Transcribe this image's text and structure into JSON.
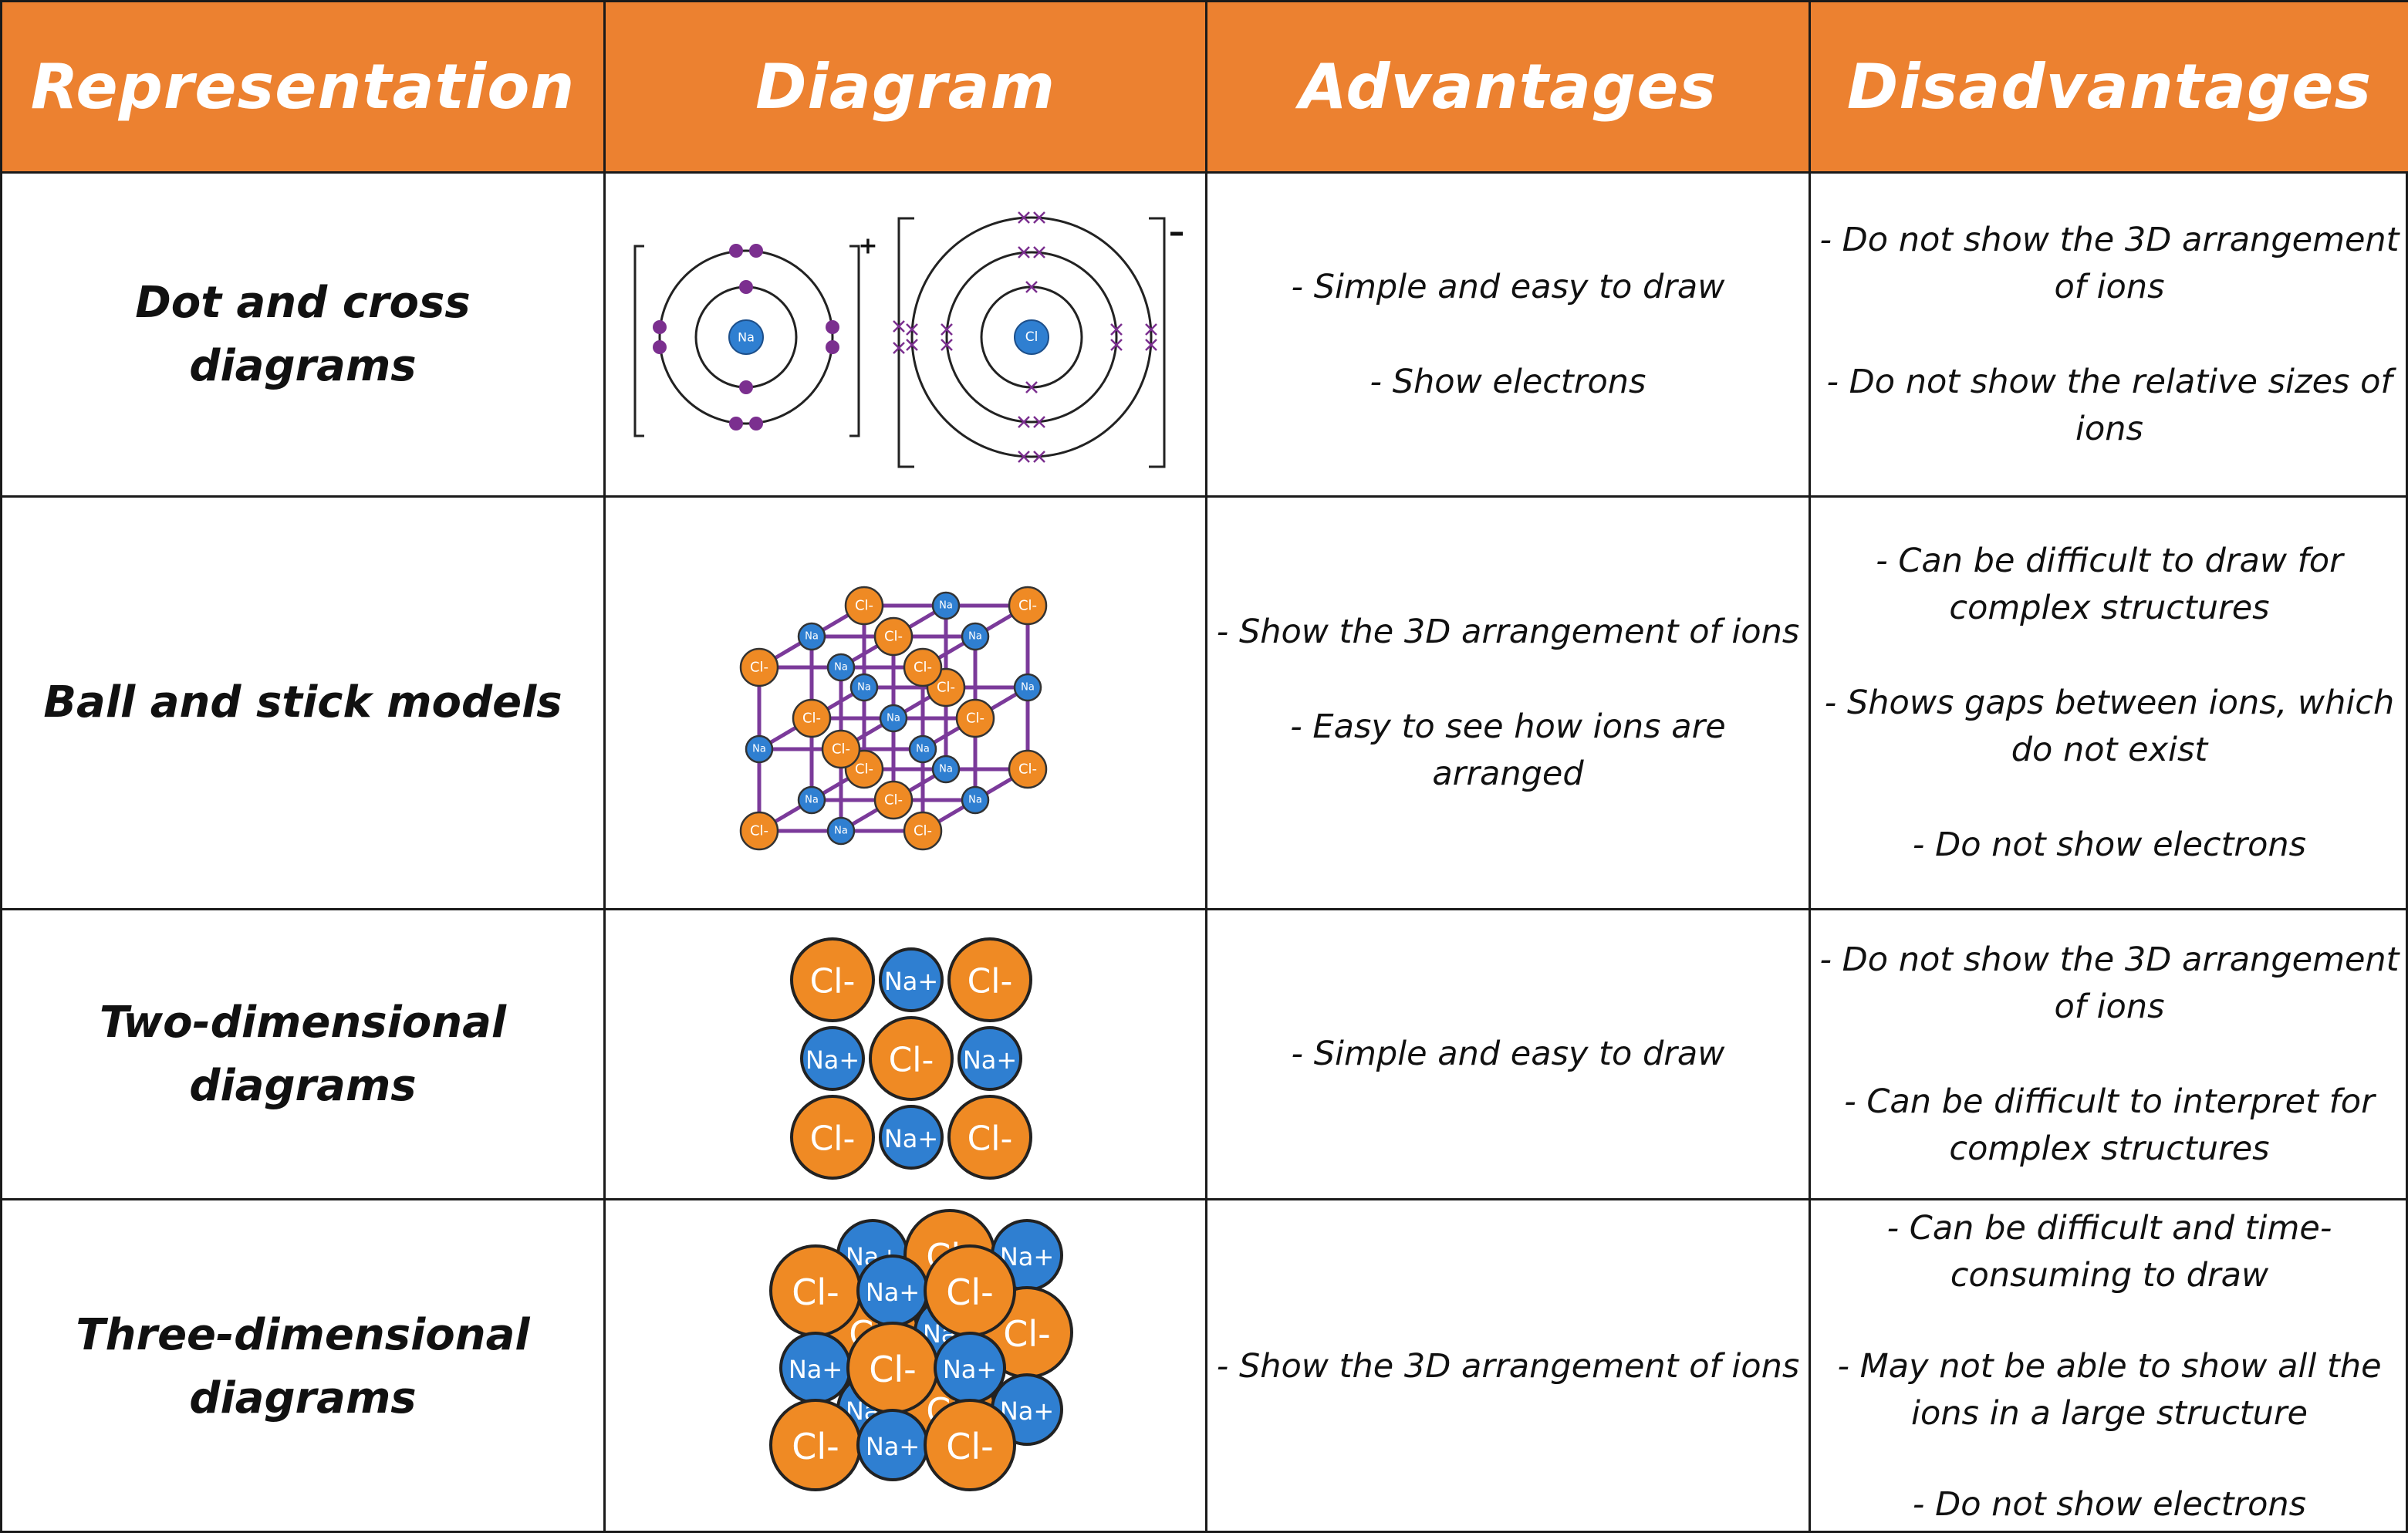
{
  "headers": [
    "Representation",
    "Diagram",
    "Advantages",
    "Disadvantages"
  ],
  "rows": [
    {
      "representation": [
        "Dot and cross diagrams"
      ],
      "advantages": [
        [
          "- Simple and easy to draw"
        ],
        [
          "- Show electrons"
        ]
      ],
      "disadvantages": [
        [
          "- Do not show the 3D arrangement",
          "of ions"
        ],
        [
          "- Do not show the relative sizes of",
          "ions"
        ]
      ]
    },
    {
      "representation": [
        "Ball and stick models"
      ],
      "advantages": [
        [
          "- Show the 3D arrangement of ions"
        ],
        [
          "- Easy to see how ions are",
          "arranged"
        ]
      ],
      "disadvantages": [
        [
          "- Can be difficult to draw for",
          "complex structures"
        ],
        [
          "- Shows gaps between ions, which",
          "do not exist"
        ],
        [
          "- Do not show electrons"
        ]
      ]
    },
    {
      "representation": [
        "Two-dimensional",
        "diagrams"
      ],
      "advantages": [
        [
          "- Simple and easy to draw"
        ]
      ],
      "disadvantages": [
        [
          "- Do not show the 3D arrangement",
          "of ions"
        ],
        [
          "- Can be difficult to interpret for",
          "complex structures"
        ]
      ]
    },
    {
      "representation": [
        "Three-dimensional",
        "diagrams"
      ],
      "advantages": [
        [
          "- Show the 3D arrangement of ions"
        ]
      ],
      "disadvantages": [
        [
          "- Can be difficult and time-",
          "consuming to draw"
        ],
        [
          "- May not be able to show all the",
          "ions in a large structure"
        ],
        [
          "- Do not show electrons"
        ]
      ]
    }
  ],
  "diagrams": {
    "na_symbol": "Na",
    "cl_symbol": "Cl",
    "na_charge": "+",
    "cl_charge": "-",
    "na_ion": "Na+",
    "cl_ion": "Cl-"
  },
  "colors": {
    "header_bg": "#ec8130",
    "header_text": "#ffffff",
    "cl_orange": "#ef8a24",
    "na_blue": "#2f7fd1",
    "electron_purple": "#7b2f8f",
    "stick_purple": "#7b3a9a"
  }
}
